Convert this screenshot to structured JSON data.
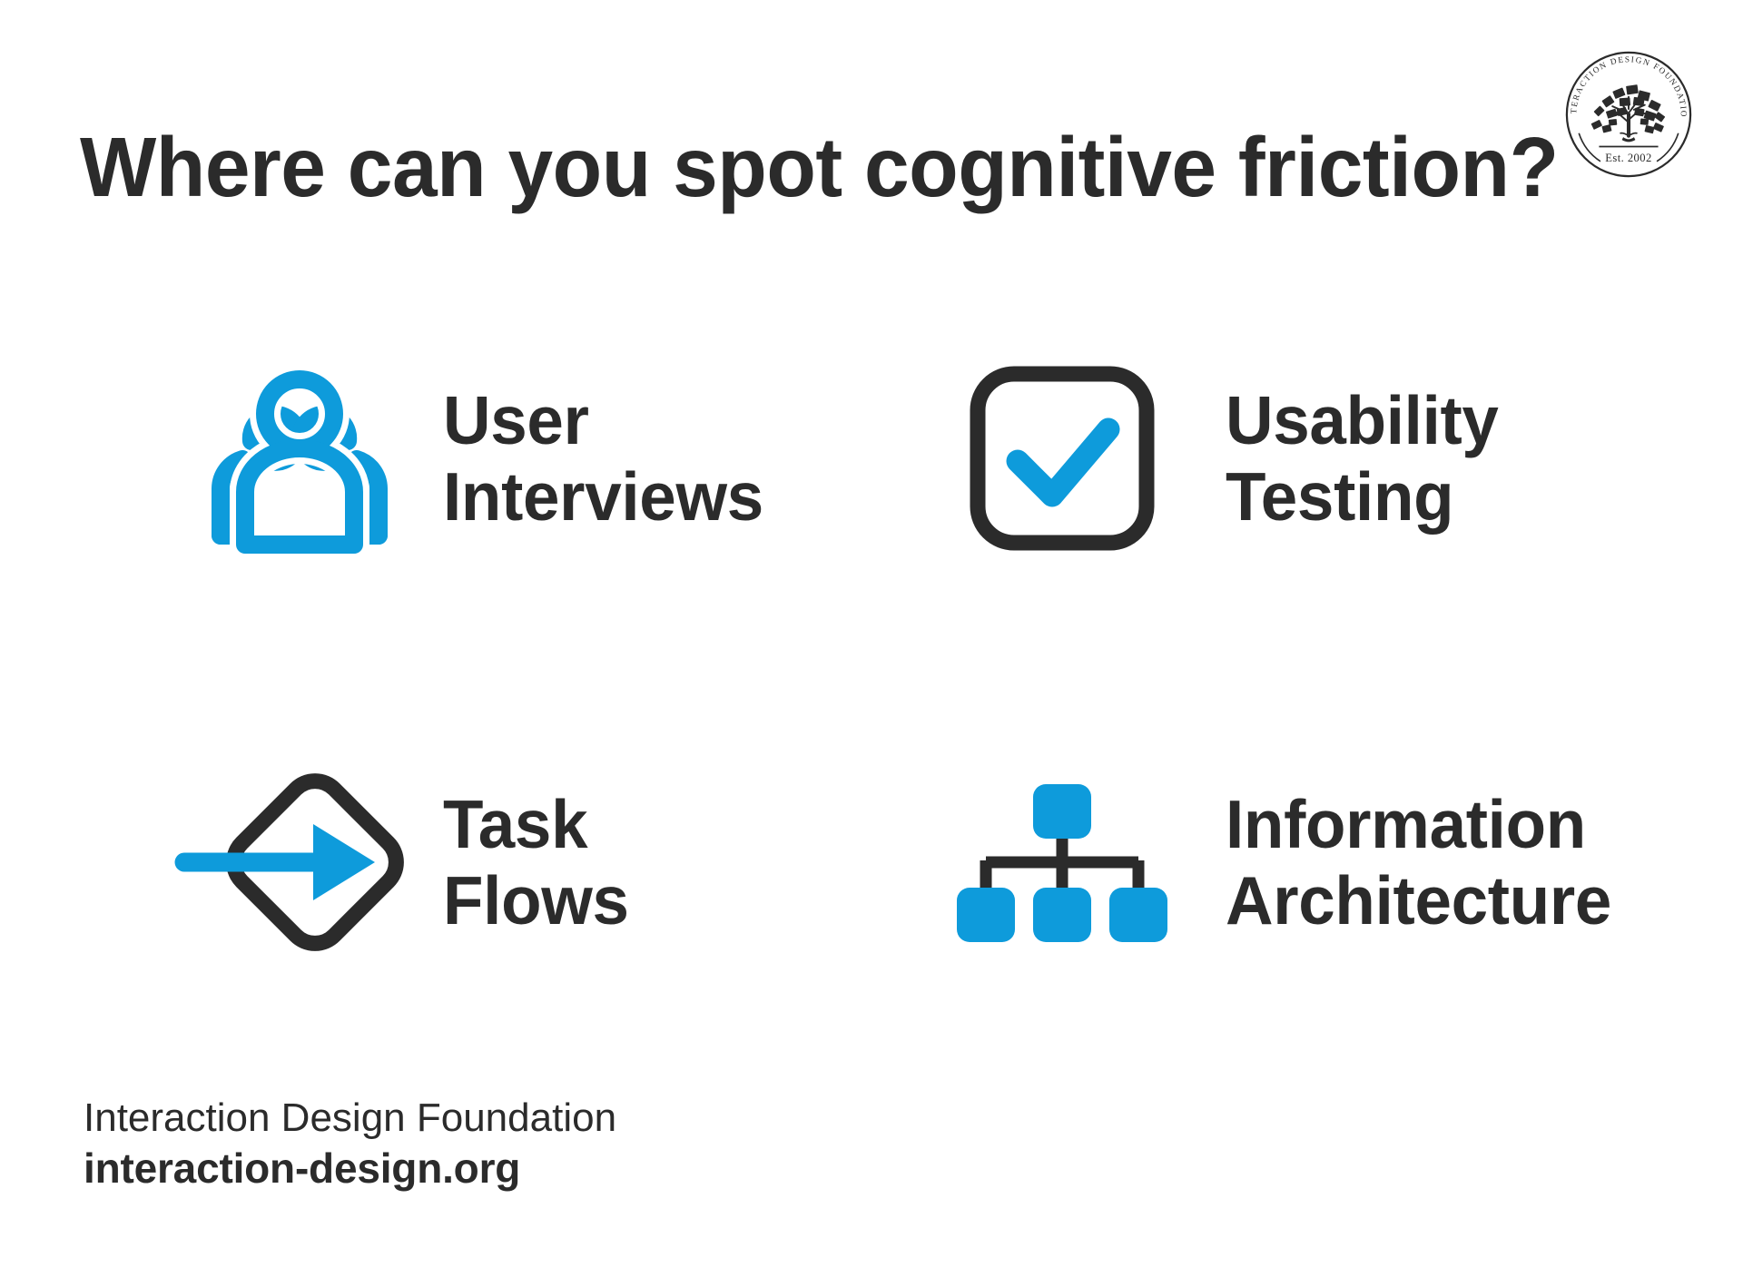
{
  "slide": {
    "title": "Where can you spot cognitive friction?",
    "background_color": "#ffffff",
    "accent_blue": "#0e9bdb",
    "dark": "#2b2b2b"
  },
  "logo": {
    "name": "interaction-design-foundation-seal",
    "arc_text": "INTERACTION DESIGN FOUNDATION",
    "established": "Est. 2002"
  },
  "items": [
    {
      "icon": "users-group-icon",
      "label": "User\nInterviews",
      "line_1": "User",
      "line_2": "Interviews",
      "icon_colors": {
        "primary": "#0e9bdb"
      }
    },
    {
      "icon": "checkbox-checked-icon",
      "label": "Usability\nTesting",
      "line_1": "Usability",
      "line_2": "Testing",
      "icon_colors": {
        "primary": "#2b2b2b",
        "check": "#0e9bdb"
      }
    },
    {
      "icon": "flow-diamond-arrow-icon",
      "label": "Task\nFlows",
      "line_1": "Task",
      "line_2": "Flows",
      "icon_colors": {
        "primary": "#2b2b2b",
        "arrow": "#0e9bdb"
      }
    },
    {
      "icon": "hierarchy-sitemap-icon",
      "label": "Information\nArchitecture",
      "line_1": "Information",
      "line_2": "Architecture",
      "icon_colors": {
        "primary": "#0e9bdb",
        "connectors": "#2b2b2b"
      }
    }
  ],
  "footer": {
    "organization": "Interaction Design Foundation",
    "website": "interaction-design.org"
  }
}
